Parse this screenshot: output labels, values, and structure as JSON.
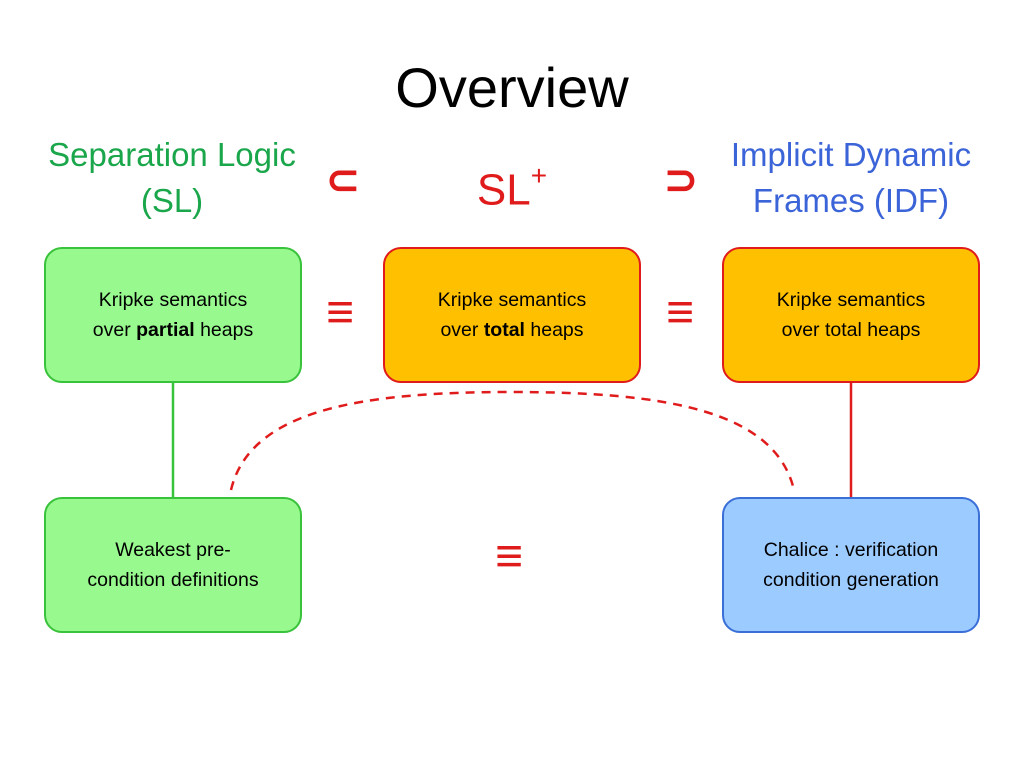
{
  "title": "Overview",
  "headings": {
    "sl": [
      "Separation Logic",
      "(SL)"
    ],
    "slplus": {
      "base": "SL",
      "sup": "+"
    },
    "idf": [
      "Implicit Dynamic",
      "Frames (IDF)"
    ]
  },
  "relations": {
    "subset": "⊂",
    "supset": "⊃",
    "equiv": "≡"
  },
  "boxes": {
    "sl_semantics": {
      "pre": "Kripke semantics",
      "line2_pre": "over ",
      "bold": "partial",
      "line2_post": " heaps"
    },
    "slplus_semantics": {
      "pre": "Kripke semantics",
      "line2_pre": "over ",
      "bold": "total",
      "line2_post": " heaps"
    },
    "idf_semantics": {
      "line1": "Kripke semantics",
      "line2": "over total heaps"
    },
    "wp": {
      "line1": "Weakest pre-",
      "line2": "condition definitions"
    },
    "chalice": {
      "line1": "Chalice : verification",
      "line2": "condition generation"
    }
  },
  "colors": {
    "sl_green": "#1aa64a",
    "idf_blue": "#3b64d8",
    "relation_red": "#e01b1b",
    "box_green": "#98f98e",
    "box_orange": "#ffc000",
    "box_blue": "#9ccbff"
  }
}
